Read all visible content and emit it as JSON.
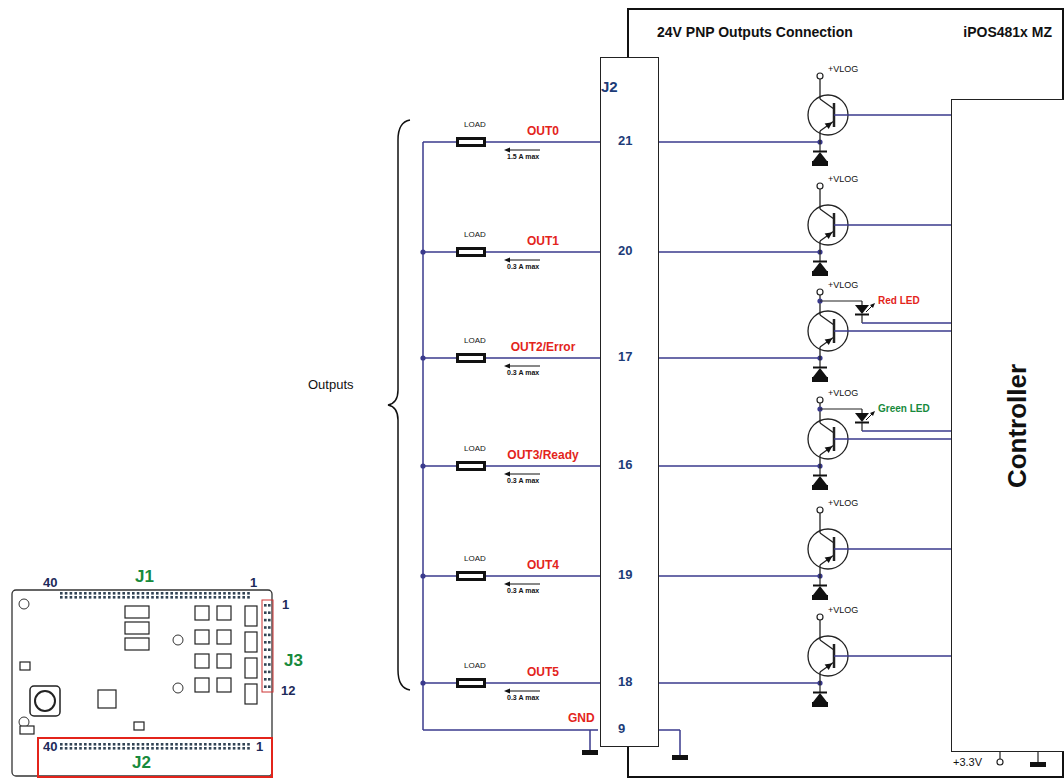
{
  "diagram": {
    "nodes": [
      {
        "text": [
          "24V PNP Outputs Connection",
          "iPOS481x MZ"
        ]
      },
      {
        "text": [
          "J2"
        ],
        "in": 0
      },
      {
        "text": [
          "Controller"
        ],
        "in": 0
      },
      {
        "text": [
          "LOAD"
        ]
      },
      {
        "text": [
          "LOAD"
        ]
      },
      {
        "text": [
          "LOAD"
        ]
      },
      {
        "text": [
          "LOAD"
        ]
      },
      {
        "text": [
          "LOAD"
        ]
      },
      {
        "text": [
          "LOAD"
        ]
      }
    ],
    "edges": [
      {
        "from": 3,
        "to": 1,
        "arrow": "none",
        "label": "OUT0"
      },
      {
        "from": 4,
        "to": 1,
        "arrow": "none",
        "label": "OUT1"
      },
      {
        "from": 5,
        "to": 1,
        "arrow": "none",
        "label": "OUT2/Error"
      },
      {
        "from": 6,
        "to": 1,
        "arrow": "none",
        "label": "OUT3/Ready"
      },
      {
        "from": 7,
        "to": 1,
        "arrow": "none",
        "label": "OUT4"
      },
      {
        "from": 8,
        "to": 1,
        "arrow": "none",
        "label": "OUT5"
      }
    ],
    "labels": [
      "Outputs",
      "1.5 A max",
      "0.3 A max",
      "0.3 A max",
      "0.3 A max",
      "0.3 A max",
      "0.3 A max",
      "GND",
      "21",
      "20",
      "17",
      "16",
      "19",
      "18",
      "9",
      "+VLOG",
      "+VLOG",
      "+VLOG",
      "+VLOG",
      "+VLOG",
      "+VLOG",
      "Red LED",
      "Green LED",
      "+3.3V",
      "40",
      "J1",
      "1",
      "1",
      "J3",
      "12",
      "40",
      "J2",
      "1"
    ]
  }
}
